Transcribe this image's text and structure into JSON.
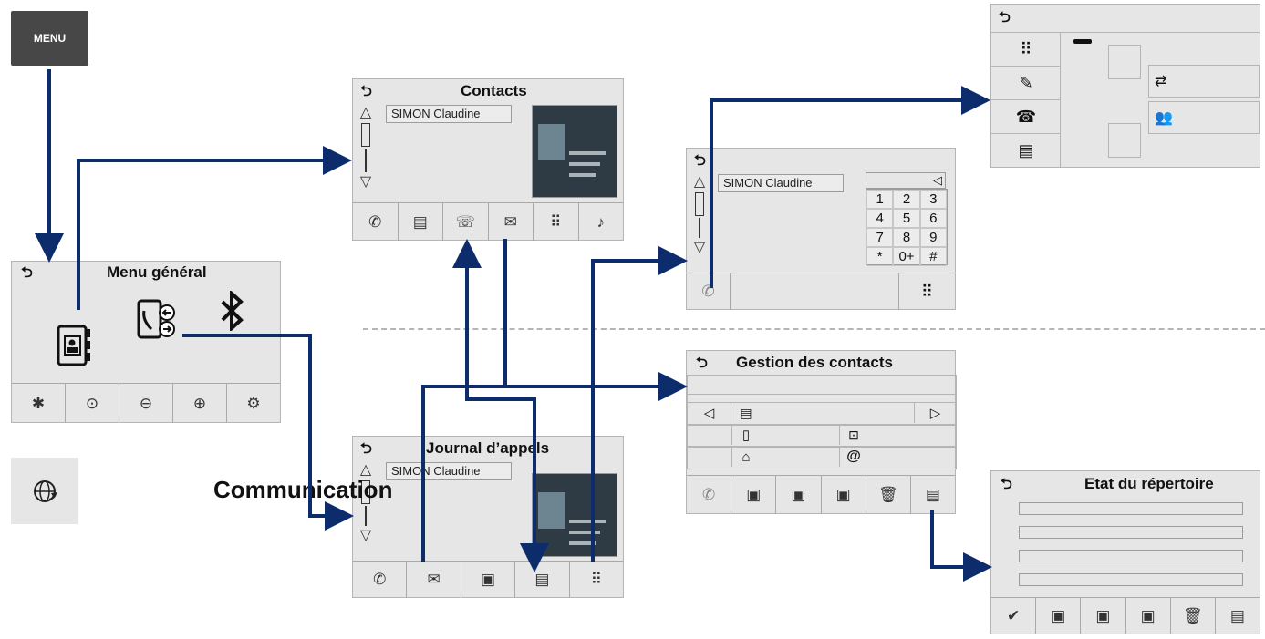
{
  "menu_button": {
    "label": "MENU"
  },
  "main_menu": {
    "title": "Menu général"
  },
  "contacts": {
    "title": "Contacts",
    "contact": "SIMON Claudine"
  },
  "dialer": {
    "contact": "SIMON Claudine",
    "keys": [
      "1",
      "2",
      "3",
      "4",
      "5",
      "6",
      "7",
      "8",
      "9",
      "*",
      "0+",
      "#"
    ],
    "backspace": "◁"
  },
  "call_log": {
    "title": "Journal d’appels",
    "contact": "SIMON Claudine"
  },
  "manage": {
    "title": "Gestion des contacts",
    "at": "@"
  },
  "state": {
    "title": "Etat du répertoire",
    "ok": "✔"
  },
  "caption": {
    "communication": "Communication"
  },
  "colors": {
    "arrow": "#0d2c6b",
    "screen": "#e6e6e6",
    "dash": "#b5b5b5"
  },
  "icons": [
    "back-icon",
    "bluetooth-icon",
    "phonebook-icon",
    "call-icon",
    "keypad-icon",
    "music-icon",
    "globe-icon",
    "settings-icon",
    "trash-icon",
    "check-icon"
  ]
}
